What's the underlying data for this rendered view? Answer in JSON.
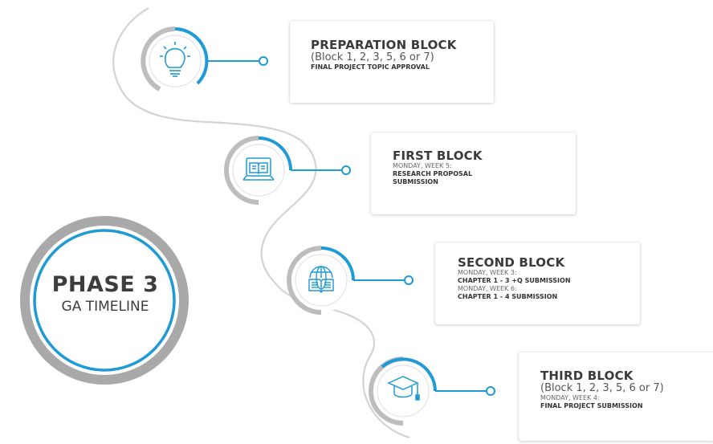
{
  "phase": {
    "title": "PHASE 3",
    "subtitle": "GA TIMELINE"
  },
  "colors": {
    "accent": "#1e9ad6",
    "ring_gray": "#bdbdbd",
    "icon_blue": "#1e9ad6",
    "path_gray": "#d3d3d3"
  },
  "blocks": [
    {
      "title": "PREPARATION BLOCK",
      "subtitle": "(Block 1, 2, 3, 5, 6 or 7)",
      "lines": [
        {
          "text": "FINAL PROJECT TOPIC APPROVAL",
          "bold": true
        }
      ],
      "icon": "lightbulb-icon"
    },
    {
      "title": "FIRST BLOCK",
      "lines": [
        {
          "text": "MONDAY, WEEK 5:",
          "bold": false
        },
        {
          "text": "RESEARCH PROPOSAL",
          "bold": true
        },
        {
          "text": "SUBMISSION",
          "bold": true
        }
      ],
      "icon": "laptop-book-icon"
    },
    {
      "title": "SECOND BLOCK",
      "lines": [
        {
          "text": "MONDAY, WEEK 3:",
          "bold": false
        },
        {
          "text": "CHAPTER 1 - 3 +Q SUBMISSION",
          "bold": true
        },
        {
          "text": "MONDAY, WEEK 6:",
          "bold": false
        },
        {
          "text": "CHAPTER 1 - 4 SUBMISSION",
          "bold": true
        }
      ],
      "icon": "globe-book-icon"
    },
    {
      "title": "THIRD BLOCK",
      "subtitle": "(Block 1, 2, 3, 5, 6 or 7)",
      "lines": [
        {
          "text": "MONDAY, WEEK 4:",
          "bold": false
        },
        {
          "text": "FINAL PROJECT SUBMISSION",
          "bold": true
        }
      ],
      "icon": "graduation-cap-icon"
    }
  ]
}
